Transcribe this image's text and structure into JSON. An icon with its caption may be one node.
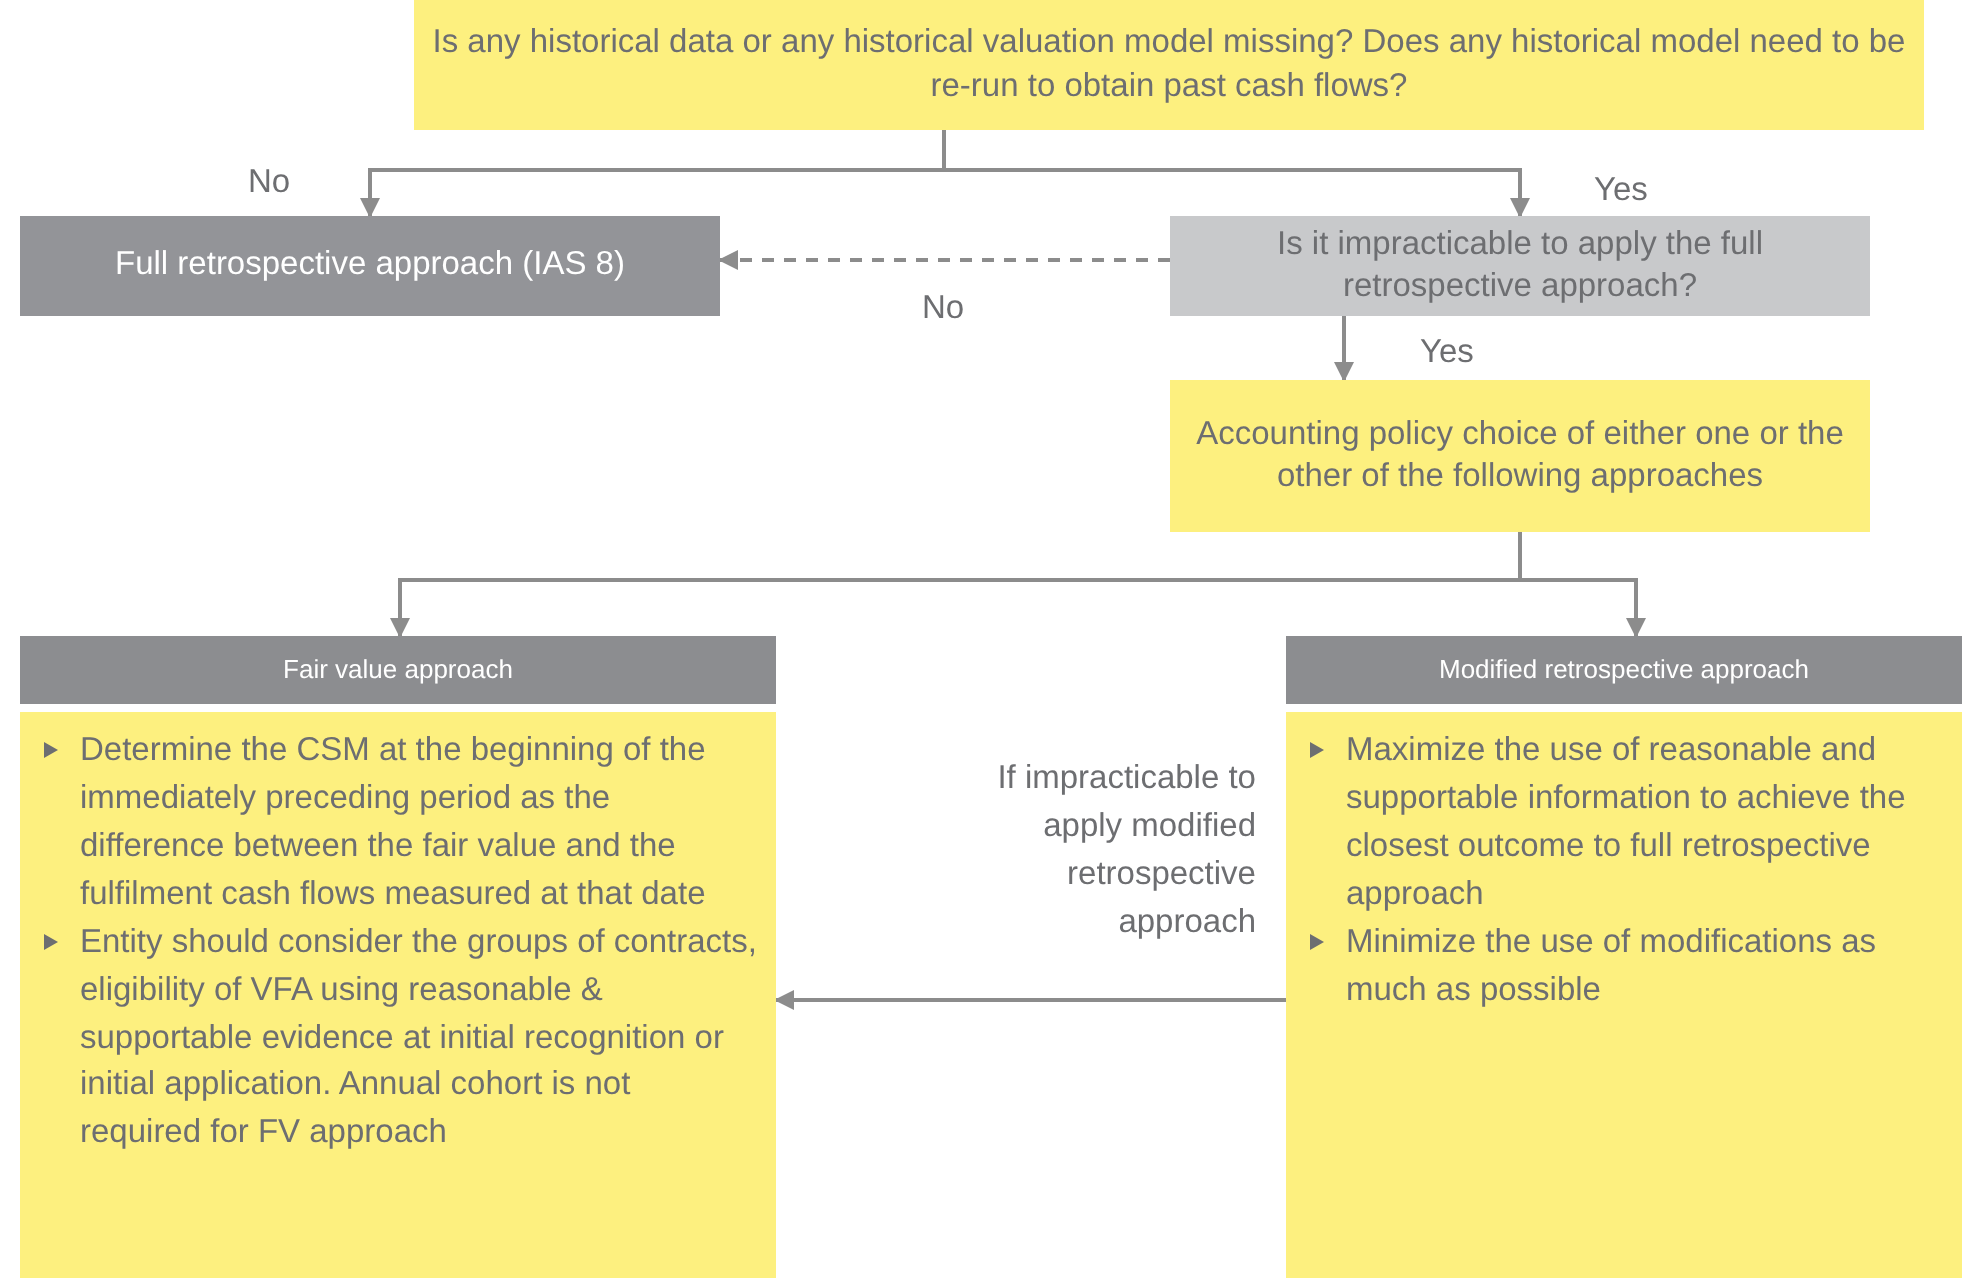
{
  "diagram": {
    "nodes": [
      {
        "text": [
          "Is any historical data or any historical valuation model missing? Does any historical model need to be re-run to obtain past cash flows?"
        ]
      },
      {
        "text": [
          "Full retrospective approach (IAS 8)"
        ]
      },
      {
        "text": [
          "Is it impracticable to apply the full retrospective approach?"
        ]
      },
      {
        "text": [
          "Accounting policy choice of either one or the other of the following approaches"
        ]
      },
      {
        "text": [
          "Fair value approach"
        ]
      },
      {
        "text": [
          "Determine the CSM at the beginning of the immediately preceding period as the difference between the fair value and the fulfilment cash flows measured at that date",
          "Entity should consider the groups of contracts, eligibility of VFA using reasonable & supportable evidence at initial recognition or initial application. Annual cohort is not required for FV approach"
        ]
      },
      {
        "text": [
          "Modified retrospective approach"
        ]
      },
      {
        "text": [
          "Maximize the use of reasonable and supportable information to achieve the closest outcome to full retrospective approach",
          "Minimize the use of modifications as much as possible"
        ]
      }
    ],
    "edges": [
      {
        "from": 0,
        "to": 1,
        "arrow": "to",
        "label": "No"
      },
      {
        "from": 0,
        "to": 2,
        "arrow": "to",
        "label": "Yes"
      },
      {
        "from": 2,
        "to": 1,
        "arrow": "to",
        "label": "No",
        "style": "dashed"
      },
      {
        "from": 2,
        "to": 3,
        "arrow": "to",
        "label": "Yes"
      },
      {
        "from": 3,
        "to": 4,
        "arrow": "to"
      },
      {
        "from": 3,
        "to": 6,
        "arrow": "to"
      },
      {
        "from": 7,
        "to": 5,
        "arrow": "to",
        "label": "If impracticable to apply modified retrospective approach"
      }
    ]
  }
}
